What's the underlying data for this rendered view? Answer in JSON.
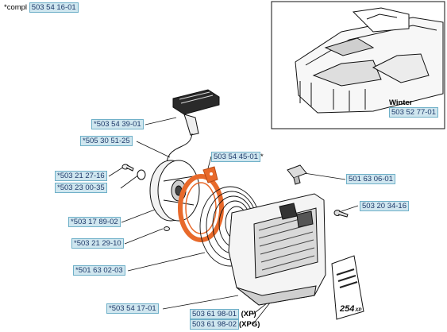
{
  "assembly": {
    "prefix": "*compl",
    "part": "503 54 16-01"
  },
  "inset": {
    "title": "Winter",
    "part": "503 52 77-01"
  },
  "labels": {
    "handle": "*503 54 39-01",
    "rope": "*505 30 51-25",
    "pulley_screw": "*503 21 27-16",
    "washer": "*503 23 00-35",
    "pulley": "*503 17 89-02",
    "screw2": "*503 21 29-10",
    "spring": "*501 63 02-03",
    "starter": "*503 54 17-01",
    "pawl_plate": "503 54 45-01",
    "pawl_plate_suffix": "*",
    "cover_plug": "501 63 06-01",
    "cover_screw": "503 20 34-16",
    "housing_xp": "503 61 98-01",
    "housing_xp_suffix": "(XP)",
    "housing_xpg": "503 61 98-02",
    "housing_xpg_suffix": "(XPG)"
  },
  "decal": {
    "text": "254",
    "sub": "XP"
  },
  "colors": {
    "highlight": "#e8692a",
    "label_bg": "#cfe6ef",
    "label_border": "#6fb0c8",
    "line": "#111111"
  }
}
